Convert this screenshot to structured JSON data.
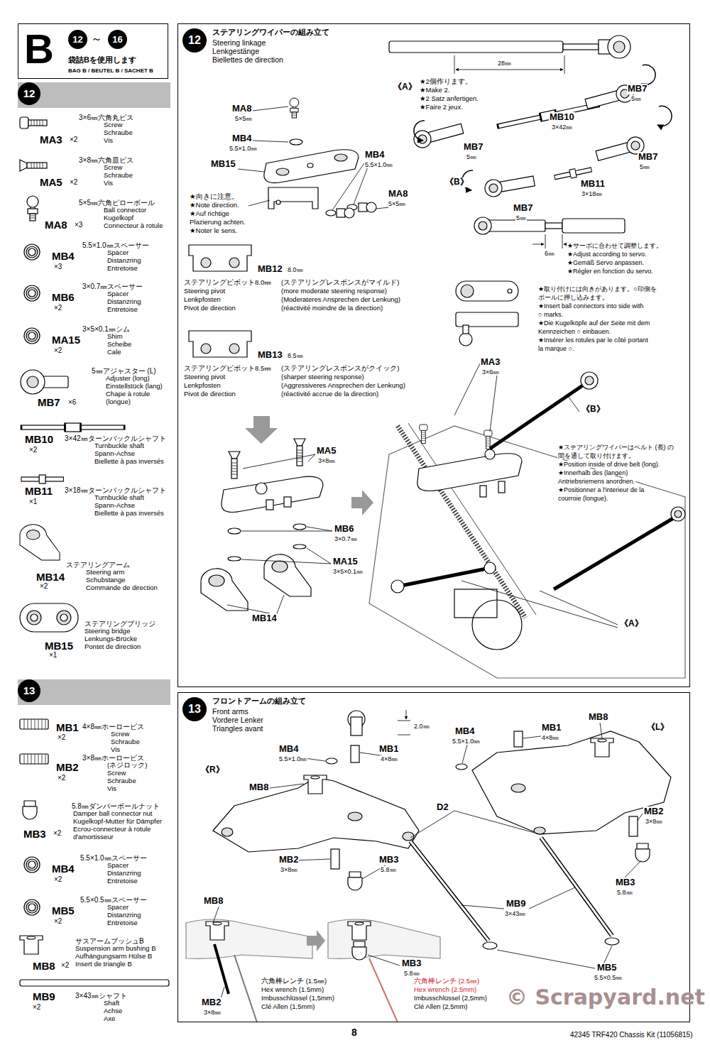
{
  "diagram": {
    "nodes": [
      {
        "text": [
          "B",
          "12",
          "～",
          "16",
          "袋詰Bを使用します",
          "BAG B / BEUTEL B / SACHET B"
        ]
      },
      {
        "text": [
          "12"
        ]
      },
      {
        "text": [
          "12",
          "ステアリングワイパーの組み立て",
          "Steering linkage",
          "Lenkgestänge",
          "Biellettes de direction"
        ]
      },
      {
        "text": [
          "13"
        ]
      },
      {
        "text": [
          "13",
          "フロントアームの組み立て",
          "Front arms",
          "Vordere Lenker",
          "Triangles avant"
        ]
      }
    ],
    "labels": [
      "3×6㎜六角丸ビス",
      "Screw",
      "Schraube",
      "Vis",
      "MA3",
      "×2",
      "3×8㎜六角皿ビス",
      "Screw",
      "Schraube",
      "Vis",
      "MA5",
      "×2",
      "5×5㎜六角ピローボール",
      "Ball connector",
      "Kugelkopf",
      "Connecteur à rotule",
      "MA8",
      "×3",
      "5.5×1.0㎜スペーサー",
      "Spacer",
      "Distanzring",
      "Entretoise",
      "MB4",
      "×3",
      "3×0.7㎜スペーサー",
      "Spacer",
      "Distanzring",
      "Entretoise",
      "MB6",
      "×2",
      "3×5×0.1㎜シム",
      "Shim",
      "Scheibe",
      "Cale",
      "MA15",
      "×2",
      "5㎜アジャスター (L)",
      "Adjuster (long)",
      "Einstellstück (lang)",
      "Chape à rotule",
      "(longue)",
      "MB7",
      "×6",
      "3×42㎜ターンバックルシャフト",
      "Turnbuckle shaft",
      "Spann-Achse",
      "Biellette à pas inversés",
      "MB10",
      "×2",
      "3×18㎜ターンバックルシャフト",
      "Turnbuckle shaft",
      "Spann-Achse",
      "Biellette à pas inversés",
      "MB11",
      "×1",
      "ステアリングアーム",
      "Steering arm",
      "Schubstange",
      "Commande de direction",
      "MB14",
      "×2",
      "ステアリングブリッジ",
      "Steering bridge",
      "Lenkungs-Brücke",
      "Pontet de direction",
      "MB15",
      "×1",
      "4×8㎜ホーロービス",
      "Screw",
      "Schraube",
      "Vis",
      "MB1",
      "×2",
      "3×8㎜ホーロービス",
      "(ネジロック)",
      "Screw",
      "Schraube",
      "Vis",
      "MB2",
      "×2",
      "5.8㎜ダンパーボールナット",
      "Damper ball connector nut",
      "Kugelkopf-Mutter für Dämpfer",
      "Ecrou-connecteur à rotule",
      "d'amortisseur",
      "MB3",
      "×2",
      "5.5×1.0㎜スペーサー",
      "Spacer",
      "Distanzring",
      "Entretoise",
      "MB4",
      "×2",
      "5.5×0.5㎜スペーサー",
      "Spacer",
      "Distanzring",
      "Entretoise",
      "MB5",
      "×2",
      "サスアームブッシュB",
      "Suspension arm bushing B",
      "Aufhängungsarm Hülse B",
      "Insert de triangle B",
      "MB8",
      "×2",
      "3×43㎜シャフト",
      "Shaft",
      "Achse",
      "Axe",
      "MB9",
      "×2",
      "MA8",
      "5×5㎜",
      "MB4",
      "5.5×1.0㎜",
      "MB15",
      "MB4",
      "5.5×1.0㎜",
      "MA8",
      "5×5㎜",
      "★向きに注意。",
      "★Note direction.",
      "★Auf richtige",
      "Plazierung achten.",
      "★Noter le sens.",
      "MB12",
      "8.0㎜",
      "ステアリングピボット8.0㎜",
      "(ステアリングレスポンスがマイルド)",
      "Steering pivot",
      "(more moderate steering response)",
      "Lenkpfosten",
      "(Moderateres Ansprechen der Lenkung)",
      "Pivot de direction",
      "(réactivité moindre de la direction)",
      "MB13",
      "8.5㎜",
      "ステアリングピボット8.5㎜",
      "(ステアリングレスポンスがクイック)",
      "Steering pivot",
      "(sharper steering response)",
      "Lenkpfosten",
      "(Aggressiveres Ansprechen der Lenkung)",
      "Pivot de direction",
      "(réactivité accrue de la direction)",
      "MA5",
      "3×8㎜",
      "MB6",
      "3×0.7㎜",
      "MA15",
      "3×5×0.1㎜",
      "MB14",
      "28㎜",
      "《A》",
      "★2個作ります。",
      "★Make 2.",
      "★2 Satz anfertigen.",
      "★Faire 2 jeux.",
      "MB7",
      "5㎜",
      "MB10",
      "3×42㎜",
      "MB7",
      "5㎜",
      "MB7",
      "5㎜",
      "MB11",
      "3×18㎜",
      "《B》",
      "MB7",
      "5㎜",
      "6㎜",
      "★サーボに合わせて調整します。",
      "★Adjust according to servo.",
      "★Gemäß Servo anpassen.",
      "★Régler en fonction du servo.",
      "★取り付けには向きがあります。○印側を",
      "ボールに押し込みます。",
      "★Insert ball connectors into side with",
      "○ marks.",
      "★Die Kugelköpfe auf der Seite mit dem",
      "Kennzeichen ○ einbauen.",
      "★Insérer les rotules par le côté portant",
      "la marque ○.",
      "MA3",
      "3×6㎜",
      "《B》",
      "★ステアリングワイパーはベルト (長) の",
      "間を通して取り付けます。",
      "★Position inside of drive belt (long).",
      "★Innerhalb des (langen)",
      "Antriebsriemens anordnen.",
      "★Positionner a l'interieur de la",
      "courroie (longue).",
      "《A》",
      "2.0㎜",
      "MB4",
      "5.5×1.0㎜",
      "MB1",
      "4×8㎜",
      "《R》",
      "MB8",
      "MB4",
      "5.5×1.0㎜",
      "MB1",
      "4×8㎜",
      "MB8",
      "《L》",
      "D2",
      "MB2",
      "3×8㎜",
      "MB2",
      "3×8㎜",
      "MB3",
      "5.8㎜",
      "MB3",
      "5.8㎜",
      "MB9",
      "3×43㎜",
      "MB8",
      "MB5",
      "5.5×0.5㎜",
      "MB3",
      "5.8㎜",
      "MB2",
      "3×8㎜",
      "六角棒レンチ (1.5㎜)",
      "Hex wrench (1.5mm)",
      "Imbusschlüssel (1,5mm)",
      "Clé Allen (1,5mm)",
      "六角棒レンチ (2.5㎜)",
      "Hex wrench (2.5mm)",
      "Imbusschlüssel (2,5mm)",
      "Clé Allen (2,5mm)",
      "© Scrapyard.net",
      "8",
      "42345 TRF420 Chassis Kit (11056815)"
    ]
  }
}
